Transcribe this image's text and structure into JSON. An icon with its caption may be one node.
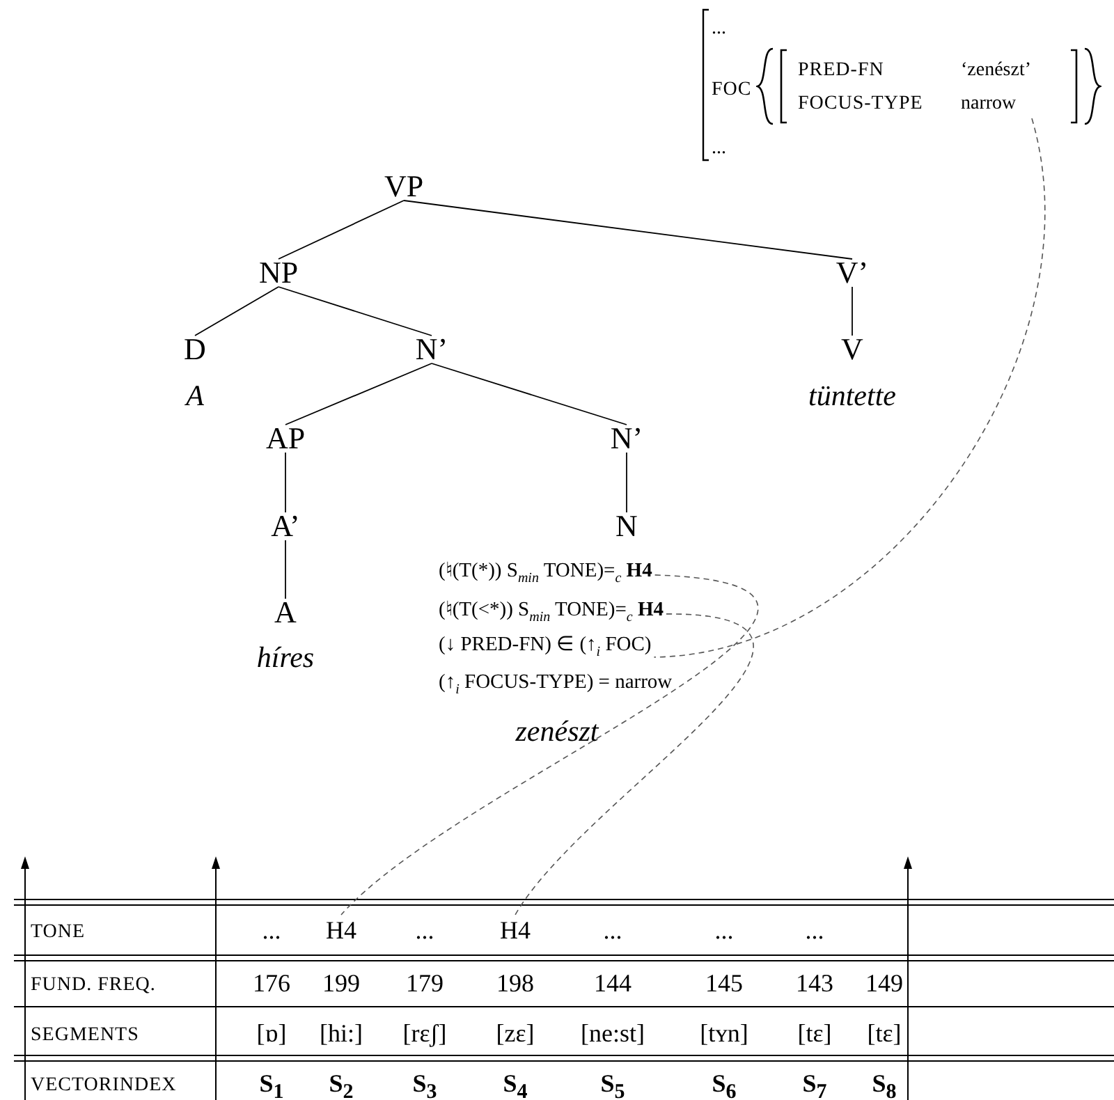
{
  "diagram": {
    "nodes": [
      {
        "text": [
          "...",
          "FOC",
          "..."
        ]
      },
      {
        "text": [
          "PRED-FN",
          "‘zenészt’",
          "FOCUS-TYPE",
          "narrow"
        ],
        "in": 0
      },
      {
        "text": [
          "VP"
        ]
      },
      {
        "text": [
          "NP"
        ]
      },
      {
        "text": [
          "V’"
        ]
      },
      {
        "text": [
          "D"
        ],
        "beside": [
          "A"
        ]
      },
      {
        "text": [
          "N’"
        ]
      },
      {
        "text": [
          "V"
        ],
        "beside": [
          "tüntette"
        ]
      },
      {
        "text": [
          "AP"
        ]
      },
      {
        "text": [
          "N’"
        ]
      },
      {
        "text": [
          "A’"
        ]
      },
      {
        "text": [
          "N"
        ]
      },
      {
        "text": [
          "A"
        ],
        "beside": [
          "híres"
        ]
      },
      {
        "text": [
          "(♮(T(*)) S$_{min}$ TONE)=$_{c}$ **H4**"
        ]
      },
      {
        "text": [
          "(♮(T(<*)) S$_{min}$ TONE)=$_{c}$ **H4**"
        ]
      },
      {
        "text": [
          "(↓ PRED-FN) ∈ (↑$_{i}$ FOC)"
        ]
      },
      {
        "text": [
          "(↑$_{i}$ FOCUS-TYPE) = narrow"
        ]
      },
      {
        "text": [
          "H4"
        ]
      },
      {
        "text": [
          "H4"
        ]
      }
    ],
    "edges": [
      {
        "from": 2,
        "to": 3,
        "arrow": "none"
      },
      {
        "from": 2,
        "to": 4,
        "arrow": "none"
      },
      {
        "from": 3,
        "to": 5,
        "arrow": "none"
      },
      {
        "from": 3,
        "to": 6,
        "arrow": "none"
      },
      {
        "from": 4,
        "to": 7,
        "arrow": "none"
      },
      {
        "from": 6,
        "to": 8,
        "arrow": "none"
      },
      {
        "from": 6,
        "to": 9,
        "arrow": "none"
      },
      {
        "from": 8,
        "to": 10,
        "arrow": "none"
      },
      {
        "from": 9,
        "to": 11,
        "arrow": "none"
      },
      {
        "from": 10,
        "to": 12,
        "arrow": "none"
      },
      {
        "from": 13,
        "to": 17,
        "arrow": "none",
        "style": "dashed"
      },
      {
        "from": 14,
        "to": 18,
        "arrow": "none",
        "style": "dashed"
      },
      {
        "from": 1,
        "to": 15,
        "arrow": "none",
        "style": "dashed"
      }
    ],
    "labels": [
      "zenészt",
      "TONE",
      "...",
      "...",
      "...",
      "...",
      "...",
      "FUND. FREQ.",
      "176",
      "199",
      "179",
      "198",
      "144",
      "145",
      "143",
      "149",
      "SEGMENTS",
      "[ɒ]",
      "[hi:]",
      "[rɛʃ]",
      "[zɛ]",
      "[ne:st]",
      "[tʏn]",
      "[tɛ]",
      "[tɛ]",
      "VECTORINDEX",
      "S$_{1}$",
      "S$_{2}$",
      "S$_{3}$",
      "S$_{4}$",
      "S$_{5}$",
      "S$_{6}$",
      "S$_{7}$",
      "S$_{8}$"
    ]
  }
}
